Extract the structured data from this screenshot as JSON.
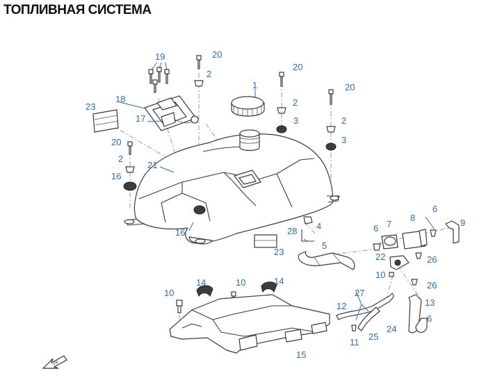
{
  "title": "ТОПЛИВНАЯ СИСТЕМА",
  "callouts": [
    "1",
    "2",
    "2",
    "2",
    "2",
    "3",
    "3",
    "4",
    "5",
    "6",
    "6",
    "6",
    "7",
    "8",
    "9",
    "10",
    "10",
    "10",
    "11",
    "12",
    "13",
    "14",
    "14",
    "15",
    "16",
    "16",
    "17",
    "18",
    "19",
    "20",
    "20",
    "20",
    "20",
    "21",
    "22",
    "23",
    "23",
    "24",
    "25",
    "26",
    "26",
    "27",
    "28"
  ],
  "colors": {
    "callout": "#2a6db5",
    "line": "#3a3a3a",
    "dashed": "#9a9a9a"
  },
  "icons": [
    "front-direction-arrow-icon"
  ]
}
